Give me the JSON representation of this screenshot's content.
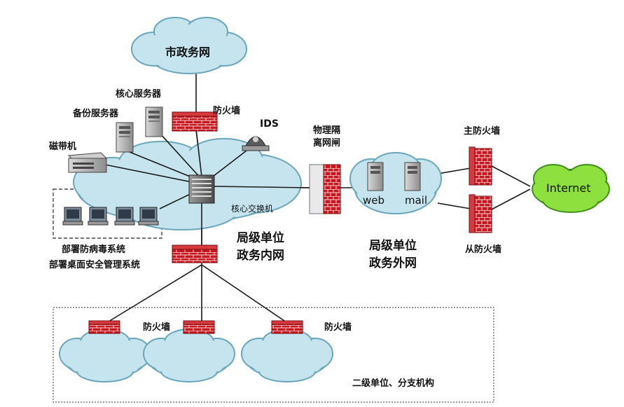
{
  "nodes": {
    "municipal_net": "市政务网",
    "core_server": "核心服务器",
    "backup_server": "备份服务器",
    "tape": "磁带机",
    "firewall_top": "防火墙",
    "ids": "IDS",
    "core_switch": "核心交换机",
    "physical_gap_line1": "物理隔",
    "physical_gap_line2": "离网闸",
    "web": "web",
    "mail": "mail",
    "main_firewall": "主防火墙",
    "backup_firewall": "从防火墙",
    "internet": "Internet",
    "inner_net_line1": "局级单位",
    "inner_net_line2": "政务内网",
    "outer_net_line1": "局级单位",
    "outer_net_line2": "政务外网",
    "antivirus": "部署防病毒系统",
    "desktop_mgmt": "部署桌面安全管理系统",
    "firewall_branch_left": "防火墙",
    "firewall_branch_right": "防火墙",
    "branch_units": "二级单位、分支机构"
  },
  "colors": {
    "cloud_fill": "#c6e4ee",
    "cloud_stroke": "#6aa6bb",
    "internet_fill": "#8ee03e",
    "internet_stroke": "#3f8f1d",
    "firewall_red": "#c7161d",
    "line": "#1a1a1a"
  }
}
